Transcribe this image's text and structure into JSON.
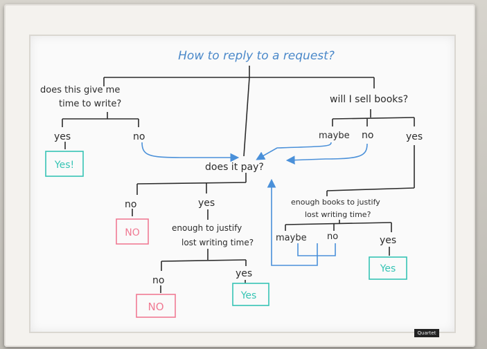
{
  "board": {
    "title": "How to reply to a request?",
    "brand": "Quartet",
    "nodes": {
      "q_write": [
        "does this give me",
        "time to write?"
      ],
      "q_sell": "will I sell books?",
      "yes_write": "yes",
      "no_write": "no",
      "yes_write_box": "Yes!",
      "maybe_sell": "maybe",
      "no_sell": "no",
      "yes_sell": "yes",
      "q_pay": "does it pay?",
      "no_pay": "no",
      "no_pay_box": "NO",
      "yes_pay": "yes",
      "q_enough_time": [
        "enough to justify",
        "lost writing time?"
      ],
      "q_enough_books": [
        "enough books to justify",
        "lost writing time?"
      ],
      "maybe_books": "maybe",
      "no_books": "no",
      "yes_books": "yes",
      "yes_books_box": "Yes",
      "no_time": "no",
      "no_time_box": "NO",
      "yes_time": "yes",
      "yes_time_box": "Yes"
    },
    "colors": {
      "ink": "#2b2b2b",
      "title": "#4a88c9",
      "arrow": "#4a90d9",
      "teal": "#35c4b4",
      "pink": "#f07a93"
    }
  }
}
